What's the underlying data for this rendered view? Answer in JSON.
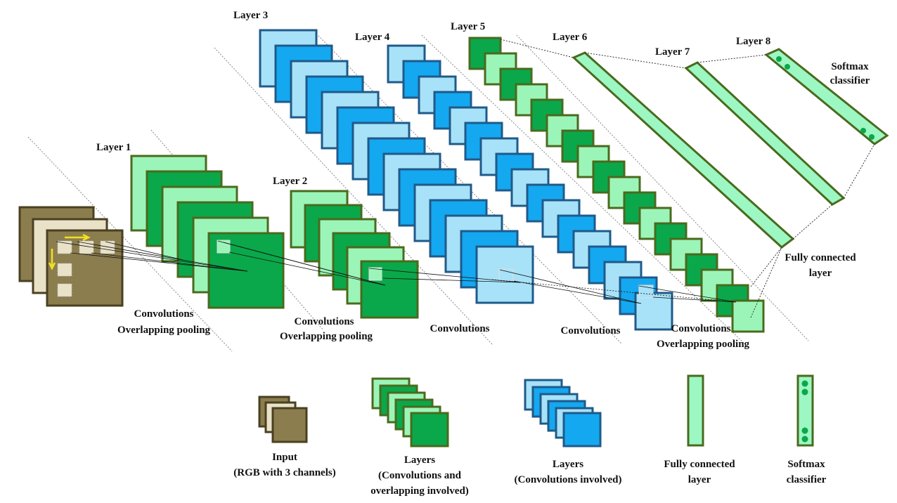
{
  "layers": {
    "l1": "Layer 1",
    "l2": "Layer 2",
    "l3": "Layer 3",
    "l4": "Layer 4",
    "l5": "Layer 5",
    "l6": "Layer 6",
    "l7": "Layer 7",
    "l8": "Layer 8"
  },
  "softmax": {
    "line1": "Softmax",
    "line2": "classifier"
  },
  "fully_connected": {
    "line1": "Fully connected",
    "line2": "layer"
  },
  "ops": {
    "conv": "Convolutions",
    "overlap": "Overlapping pooling"
  },
  "legend": {
    "input": {
      "line1": "Input",
      "line2": "(RGB with 3 channels)"
    },
    "layers_green": {
      "line1": "Layers",
      "line2": "(Convolutions and",
      "line3": "overlapping involved)"
    },
    "layers_blue": {
      "line1": "Layers",
      "line2": "(Convolutions involved)"
    },
    "fc": {
      "line1": "Fully connected",
      "line2": "layer"
    },
    "softmax": {
      "line1": "Softmax",
      "line2": "classifier"
    }
  },
  "colors": {
    "input_fill": "#8b7d4e",
    "input_light": "#e9e2c9",
    "input_border": "#4a4020",
    "green_light": "#9cf5b8",
    "green_dark": "#0aa84a",
    "green_border": "#4a6a1e",
    "blue_light": "#a8e2f8",
    "blue_dark": "#14a8f0",
    "blue_border": "#1f5a8a",
    "fc_fill": "#9cf7c2",
    "dot": "#0aa84a",
    "arrow": "#f0e020"
  }
}
